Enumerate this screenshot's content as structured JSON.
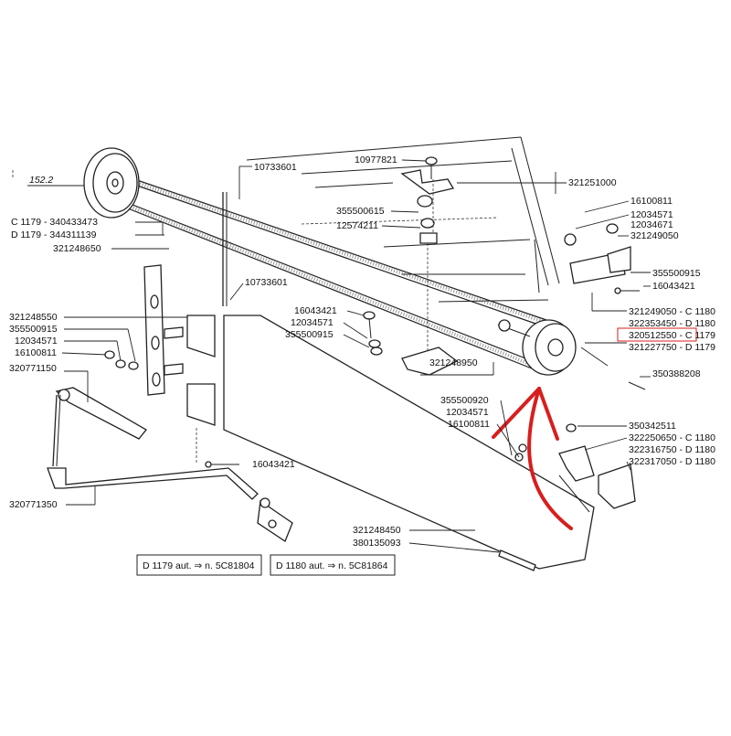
{
  "ref_number": "152.2",
  "labels": {
    "l_10977821": "10977821",
    "l_10733601_top": "10733601",
    "l_321251000": "321251000",
    "l_355500615": "355500615",
    "l_12574211": "12574211",
    "l_16100811_r": "16100811",
    "l_12034571_r": "12034571",
    "l_12034671_r": "12034671",
    "l_321249050": "321249050",
    "l_355500915_r": "355500915",
    "l_16043421_r": "16043421",
    "l_321249050_c": "321249050 - C 1180",
    "l_322353450_d": "322353450 - D 1180",
    "l_320512550_c": "320512550 - C 1179",
    "l_321227750_d": "321227750 - D 1179",
    "l_350388208": "350388208",
    "l_c1179_pulley": "C 1179  - 340433473",
    "l_d1179_pulley": "D 1179  - 344311139",
    "l_321248650": "321248650",
    "l_10733601_mid": "10733601",
    "l_16043421_m": "16043421",
    "l_12034571_m": "12034571",
    "l_355500915_m": "355500915",
    "l_321248550": "321248550",
    "l_355500915_l": "355500915",
    "l_12034571_l": "12034571",
    "l_16100811_l": "16100811",
    "l_320771150": "320771150",
    "l_321248950": "321248950",
    "l_355500920": "355500920",
    "l_12034571_b": "12034571",
    "l_16100811_b": "16100811",
    "l_350342511": "350342511",
    "l_322250650_c": "322250650 - C 1180",
    "l_322316750_d": "322316750 - D 1180",
    "l_322317050_d": "322317050 - D 1180",
    "l_16043421_b": "16043421",
    "l_320771350": "320771350",
    "l_321248450": "321248450",
    "l_380135093": "380135093"
  },
  "notes": {
    "d1179": "D 1179 aut. ⇒ n. 5C81804",
    "d1180": "D 1180 aut. ⇒ n. 5C81864"
  },
  "colors": {
    "highlight": "#d81e1e",
    "line": "#222222"
  }
}
